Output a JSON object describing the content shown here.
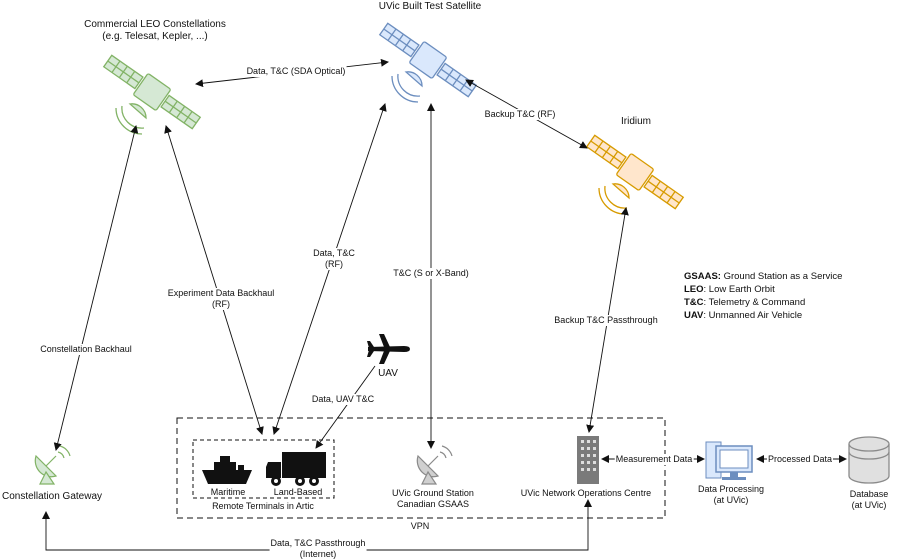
{
  "nodes": {
    "commercial_leo": {
      "line1": "Commercial LEO Constellations",
      "line2": "(e.g. Telesat, Kepler, ...)"
    },
    "uvic_satellite": {
      "label": "UVic Built Test Satellite"
    },
    "iridium": {
      "label": "Iridium"
    },
    "uav": {
      "label": "UAV"
    },
    "constellation_gateway": {
      "label": "Constellation Gateway"
    },
    "maritime": {
      "label": "Maritime"
    },
    "land_based": {
      "label": "Land-Based"
    },
    "remote_terminals": {
      "label": "Remote Terminals in Artic"
    },
    "ground_station": {
      "line1": "UVic Ground Station",
      "line2": "Canadian GSAAS"
    },
    "noc": {
      "label": "UVic Network Operations Centre"
    },
    "vpn": {
      "label": "VPN"
    },
    "data_processing": {
      "line1": "Data Processing",
      "line2": "(at UVic)"
    },
    "database": {
      "line1": "Database",
      "line2": "(at UVic)"
    }
  },
  "links": {
    "sda_optical": "Data, T&C (SDA Optical)",
    "backup_rf": "Backup T&C (RF)",
    "constellation_backhaul": "Constellation Backhaul",
    "experiment_backhaul_1": "Experiment Data Backhaul",
    "experiment_backhaul_2": "(RF)",
    "data_tc_rf_1": "Data, T&C",
    "data_tc_rf_2": "(RF)",
    "s_x_band": "T&C (S or X-Band)",
    "backup_passthrough": "Backup T&C Passthrough",
    "uav_tc": "Data, UAV T&C",
    "measurement_data": "Measurement Data",
    "processed_data": "Processed Data",
    "internet_1": "Data, T&C Passthrough",
    "internet_2": "(Internet)"
  },
  "legend": [
    {
      "abbr": "GSAAS:",
      "text": " Ground Station as a Service"
    },
    {
      "abbr": "LEO",
      "text": ": Low Earth Orbit"
    },
    {
      "abbr": "T&C",
      "text": ": Telemetry & Command"
    },
    {
      "abbr": "UAV",
      "text": ": Unmanned Air Vehicle"
    }
  ],
  "colors": {
    "leo_green": "#82b366",
    "leo_fill": "#d5e8d4",
    "uvic_blue": "#6c8ebf",
    "uvic_fill": "#dae8fc",
    "iridium_orange": "#d79b00",
    "iridium_fill": "#ffe6cc",
    "gray_icon": "#8a8a8a",
    "line": "#111111"
  }
}
